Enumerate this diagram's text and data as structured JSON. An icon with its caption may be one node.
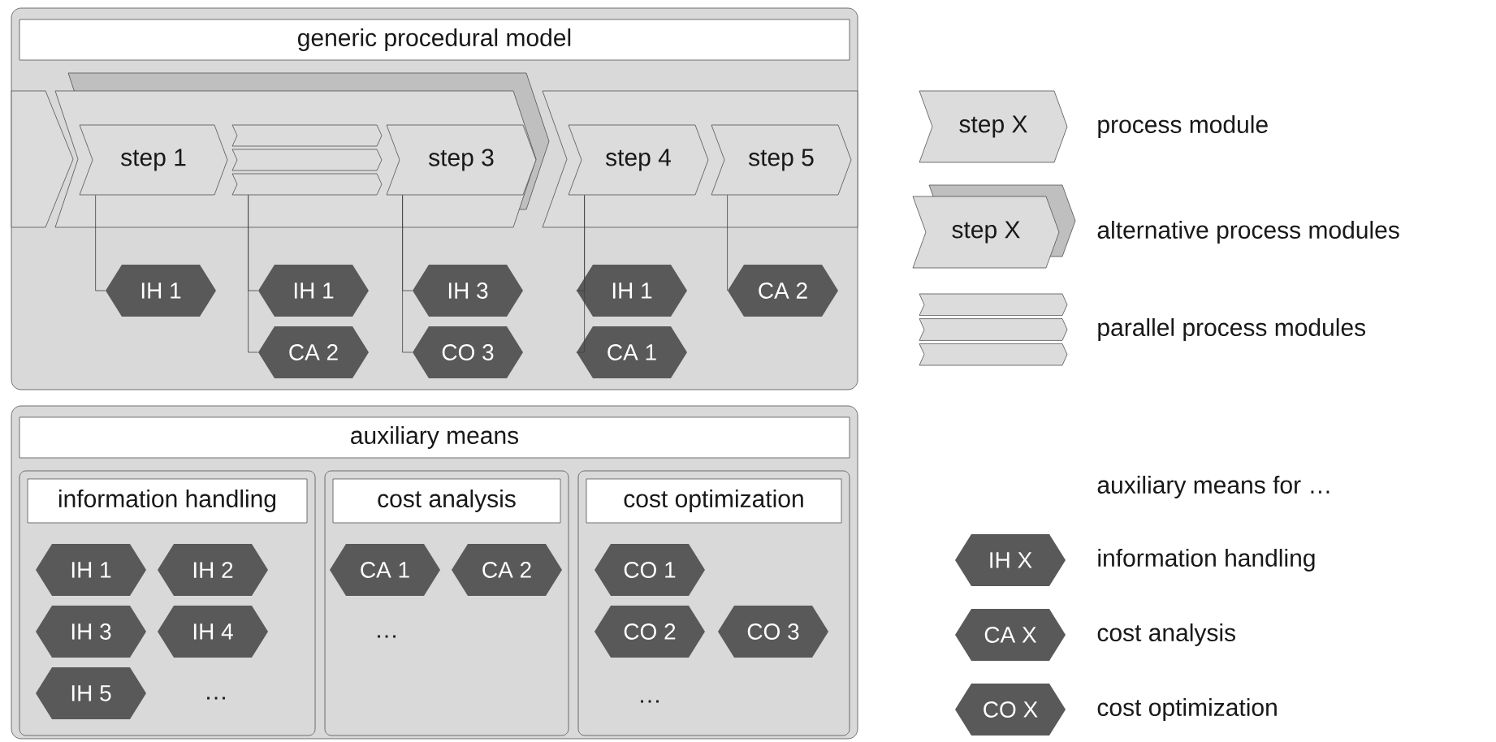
{
  "diagram": {
    "nodes": [
      {
        "text": [
          "generic procedural model"
        ]
      },
      {
        "text": [],
        "shape": "chevron",
        "in": 0
      },
      {
        "text": [],
        "shape": "chevron",
        "in": 0
      },
      {
        "text": [
          "step 1"
        ],
        "in": 2
      },
      {
        "text": [],
        "shape": "bar",
        "in": 2
      },
      {
        "text": [
          "step 3"
        ],
        "in": 2
      },
      {
        "text": [],
        "shape": "chevron",
        "in": 0
      },
      {
        "text": [
          "step 4"
        ],
        "in": 6
      },
      {
        "text": [
          "step 5"
        ],
        "in": 6
      },
      {
        "text": [
          "IH 1"
        ],
        "in": 0
      },
      {
        "text": [
          "IH 1"
        ],
        "in": 0
      },
      {
        "text": [
          "CA 2"
        ],
        "in": 0
      },
      {
        "text": [
          "IH 3"
        ],
        "in": 0
      },
      {
        "text": [
          "CO 3"
        ],
        "in": 0
      },
      {
        "text": [
          "IH 1"
        ],
        "in": 0
      },
      {
        "text": [
          "CA 1"
        ],
        "in": 0
      },
      {
        "text": [
          "CA 2"
        ],
        "in": 0
      },
      {
        "text": [
          "auxiliary means"
        ]
      },
      {
        "text": [
          "information handling"
        ],
        "in": 17
      },
      {
        "text": [
          "IH 1"
        ],
        "in": 18
      },
      {
        "text": [
          "IH 2"
        ],
        "in": 18
      },
      {
        "text": [
          "IH 3"
        ],
        "in": 18
      },
      {
        "text": [
          "IH 4"
        ],
        "in": 18
      },
      {
        "text": [
          "IH 5"
        ],
        "in": 18
      },
      {
        "text": [
          "cost analysis"
        ],
        "in": 17
      },
      {
        "text": [
          "CA 1"
        ],
        "in": 24
      },
      {
        "text": [
          "CA 2"
        ],
        "in": 24
      },
      {
        "text": [
          "cost optimization"
        ],
        "in": 17
      },
      {
        "text": [
          "CO 1"
        ],
        "in": 27
      },
      {
        "text": [
          "CO 2"
        ],
        "in": 27
      },
      {
        "text": [
          "CO 3"
        ],
        "in": 27
      },
      {
        "text": [
          "step X"
        ],
        "beside": [
          "process module"
        ]
      },
      {
        "text": [
          "step X"
        ],
        "beside": [
          "alternative process modules"
        ]
      },
      {
        "text": [],
        "shape": "bar",
        "beside": [
          "parallel process modules"
        ]
      },
      {
        "text": [
          "IH X"
        ],
        "beside": [
          "information handling"
        ]
      },
      {
        "text": [
          "CA X"
        ],
        "beside": [
          "cost analysis"
        ]
      },
      {
        "text": [
          "CO X"
        ],
        "beside": [
          "cost optimization"
        ]
      }
    ],
    "edges": [
      {
        "from": 3,
        "to": 9,
        "arrow": "none"
      },
      {
        "from": 4,
        "to": 10,
        "arrow": "none"
      },
      {
        "from": 4,
        "to": 11,
        "arrow": "none"
      },
      {
        "from": 5,
        "to": 12,
        "arrow": "none"
      },
      {
        "from": 5,
        "to": 13,
        "arrow": "none"
      },
      {
        "from": 7,
        "to": 14,
        "arrow": "none"
      },
      {
        "from": 7,
        "to": 15,
        "arrow": "none"
      },
      {
        "from": 8,
        "to": 16,
        "arrow": "none"
      }
    ],
    "labels": [
      "…",
      "…",
      "…",
      "auxiliary means for …"
    ]
  }
}
